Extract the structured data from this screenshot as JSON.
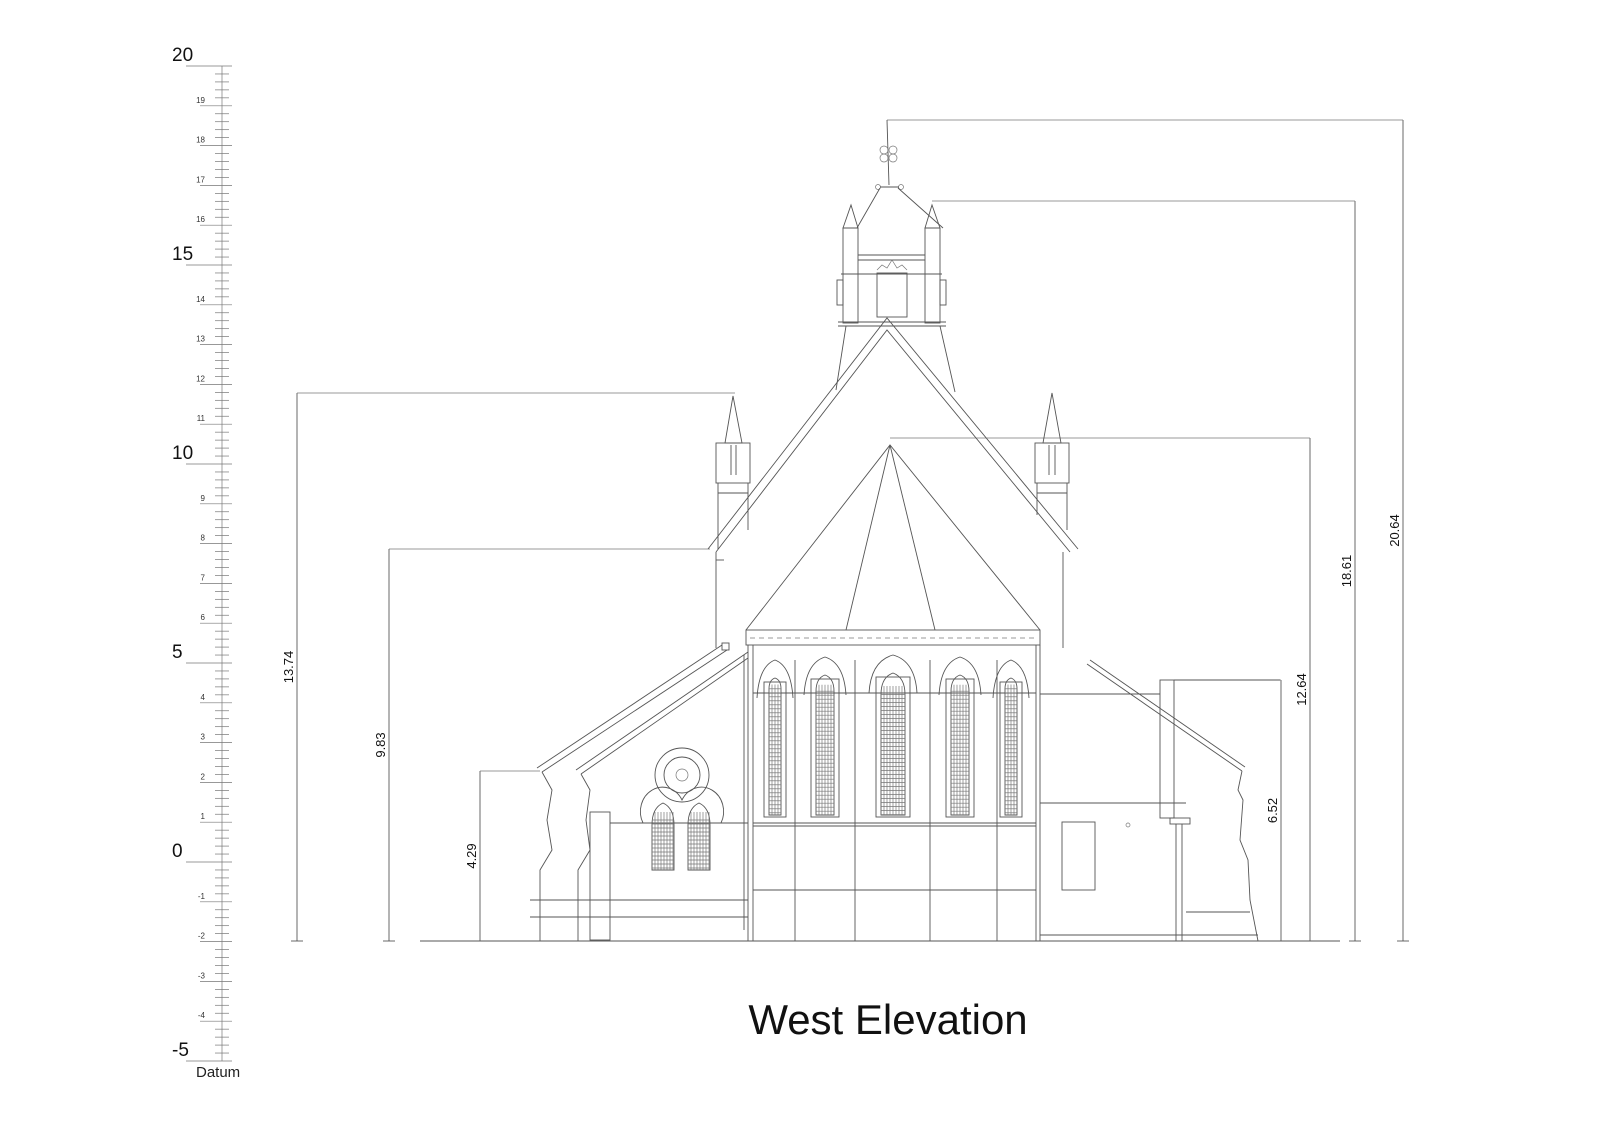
{
  "title": "West Elevation",
  "datum_label": "Datum",
  "ruler": {
    "major_labels": [
      "20",
      "15",
      "10",
      "5",
      "0",
      "-5"
    ],
    "minor_labels": [
      "19",
      "18",
      "17",
      "16",
      "14",
      "13",
      "12",
      "11",
      "9",
      "8",
      "7",
      "6",
      "4",
      "3",
      "2",
      "1",
      "-1",
      "-2",
      "-3",
      "-4"
    ]
  },
  "dimensions": [
    {
      "label": "13.74"
    },
    {
      "label": "9.83"
    },
    {
      "label": "4.29"
    },
    {
      "label": "6.52"
    },
    {
      "label": "12.64"
    },
    {
      "label": "18.61"
    },
    {
      "label": "20.64"
    }
  ],
  "colors": {
    "line": "#555555",
    "text": "#111111"
  }
}
